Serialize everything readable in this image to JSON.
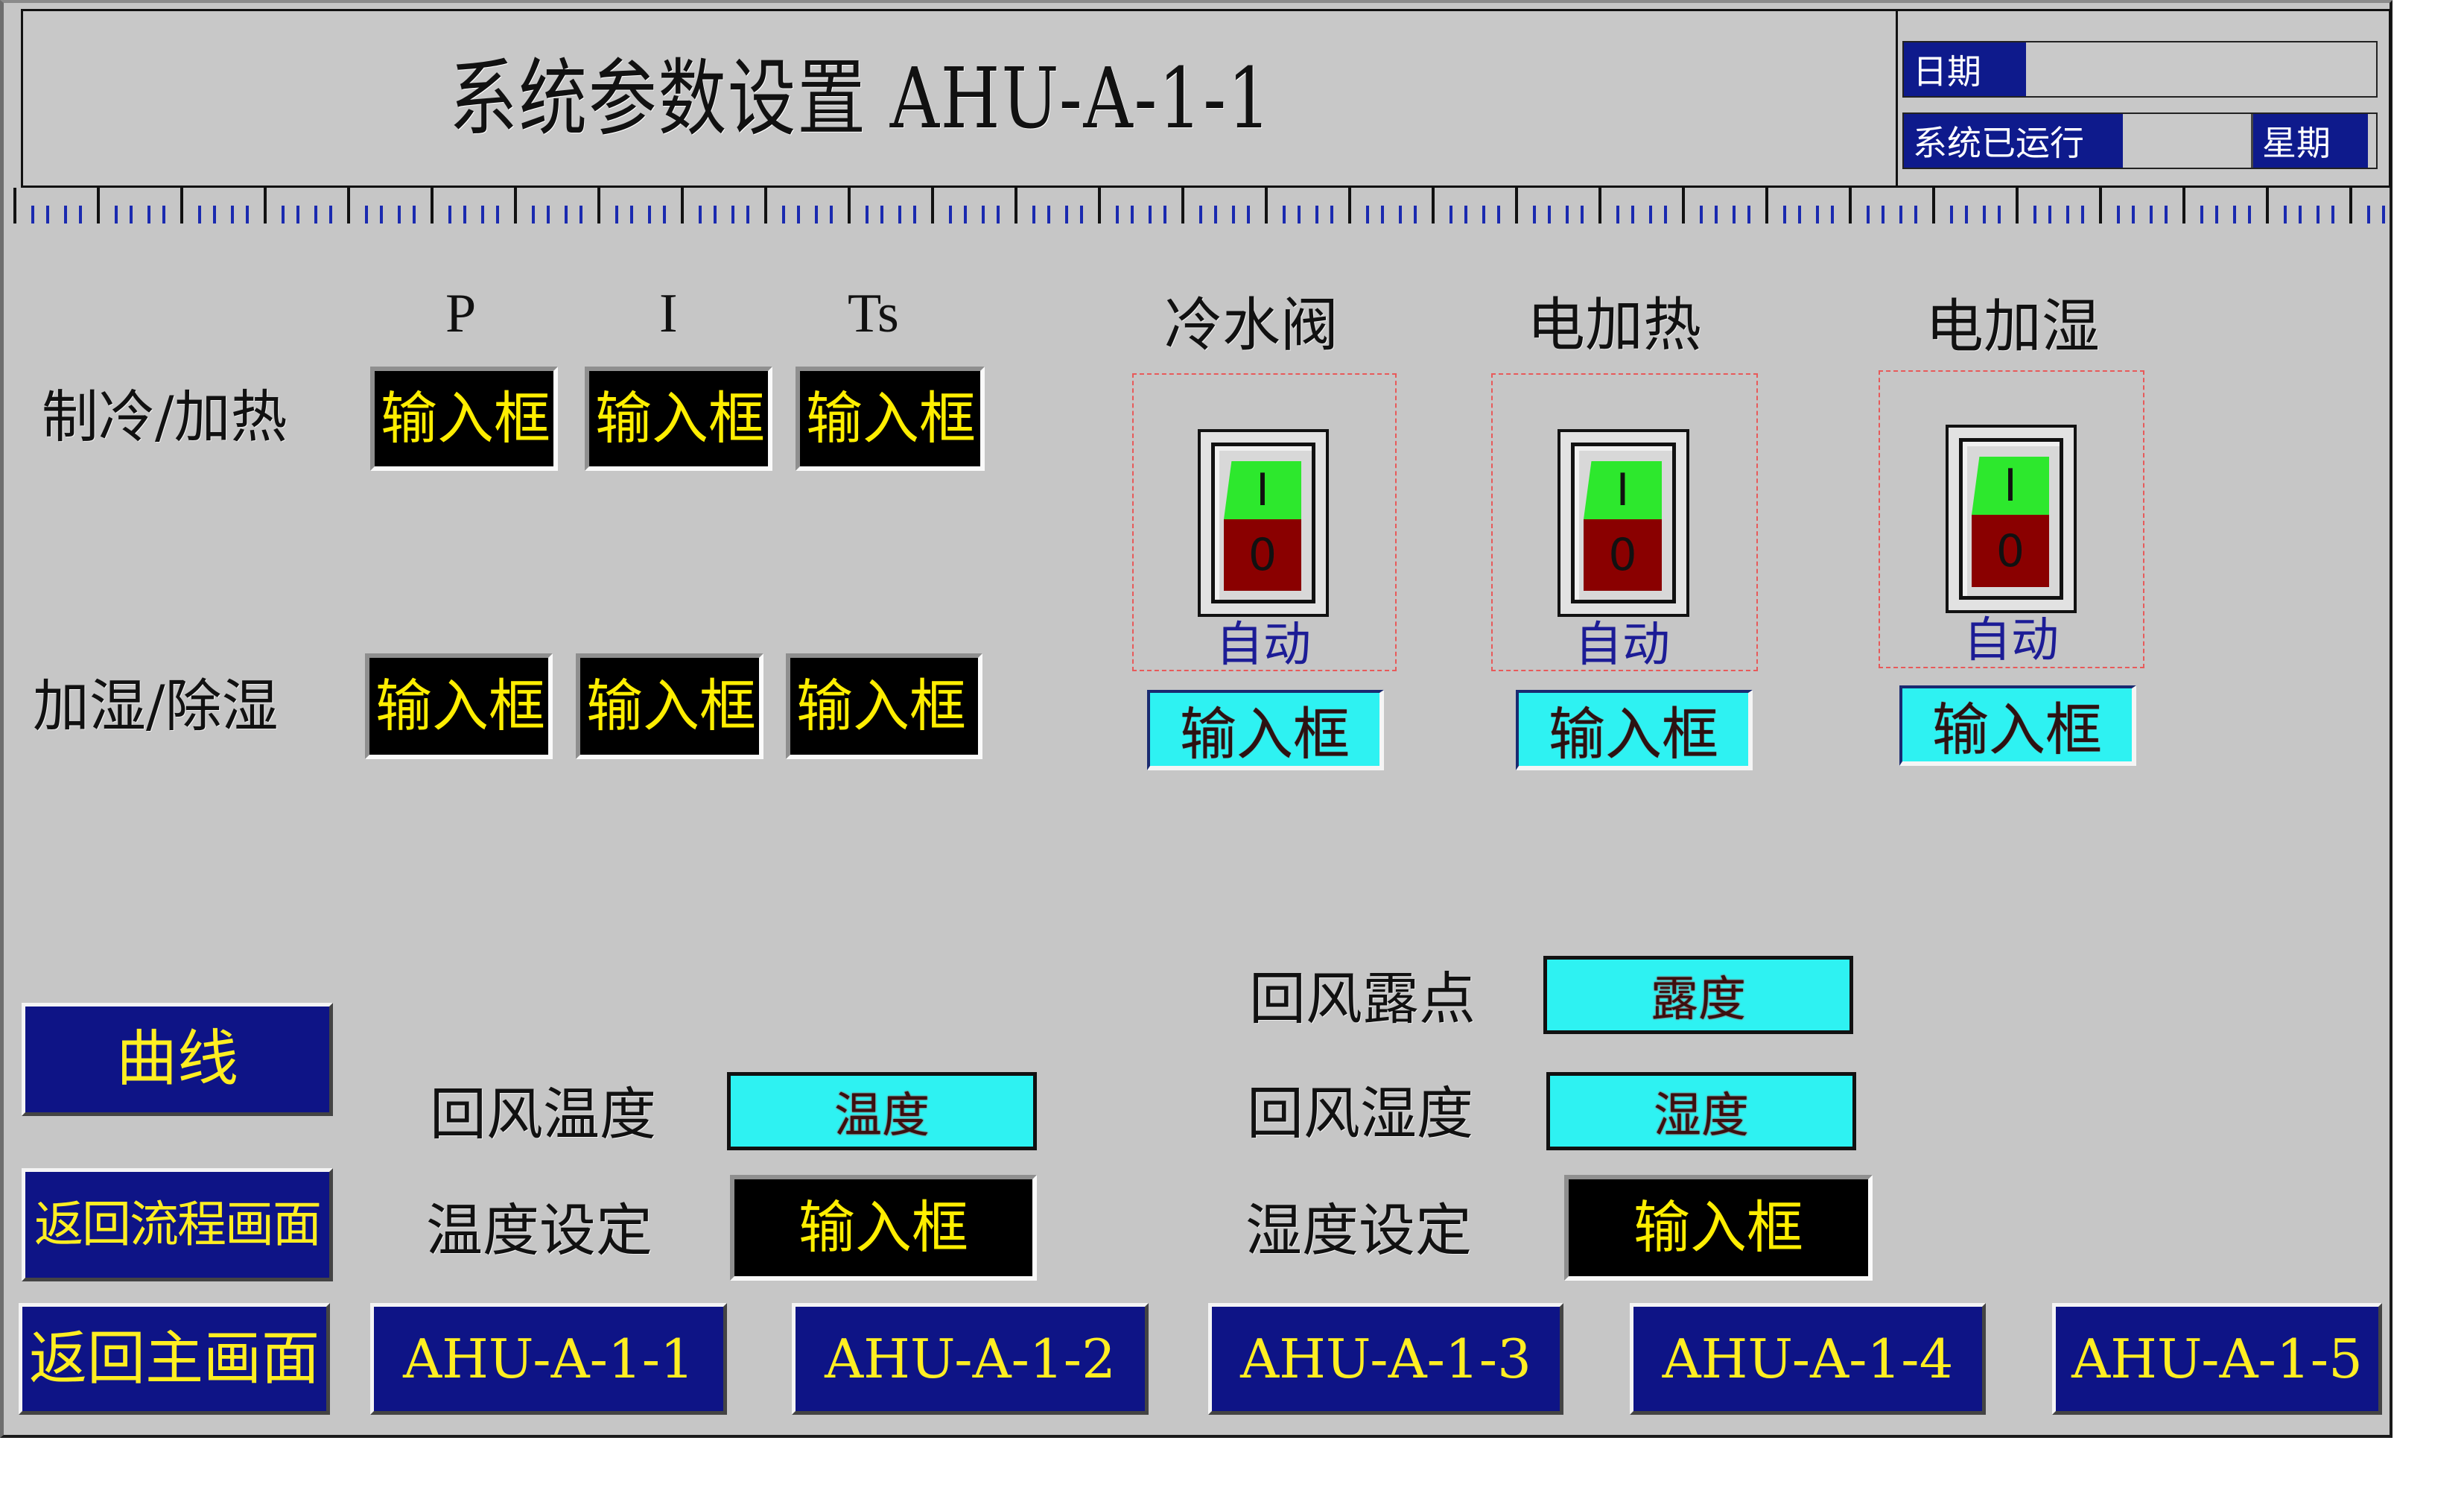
{
  "header": {
    "title": "系统参数设置 AHU-A-1-1",
    "date_label": "日期",
    "date_value": "",
    "runtime_label": "系统已运行",
    "runtime_value": "",
    "weekday_label": "星期",
    "weekday_value": ""
  },
  "pid": {
    "columns": [
      "P",
      "I",
      "Ts"
    ],
    "rows": [
      {
        "label": "制冷/加热",
        "values": [
          "输入框",
          "输入框",
          "输入框"
        ]
      },
      {
        "label": "加湿/除湿",
        "values": [
          "输入框",
          "输入框",
          "输入框"
        ]
      }
    ]
  },
  "devices": [
    {
      "name": "冷水阀",
      "switch_on_glyph": "I",
      "switch_off_glyph": "0",
      "mode": "自动",
      "input": "输入框"
    },
    {
      "name": "电加热",
      "switch_on_glyph": "I",
      "switch_off_glyph": "0",
      "mode": "自动",
      "input": "输入框"
    },
    {
      "name": "电加湿",
      "switch_on_glyph": "I",
      "switch_off_glyph": "0",
      "mode": "自动",
      "input": "输入框"
    }
  ],
  "readings": {
    "return_temp_label": "回风温度",
    "return_temp_value": "温度",
    "temp_setpoint_label": "温度设定",
    "temp_setpoint_value": "输入框",
    "return_dewpoint_label": "回风露点",
    "return_dewpoint_value": "露度",
    "return_humidity_label": "回风湿度",
    "return_humidity_value": "湿度",
    "humidity_setpoint_label": "湿度设定",
    "humidity_setpoint_value": "输入框"
  },
  "nav": {
    "curve": "曲线",
    "back_process": "返回流程画面",
    "back_main": "返回主画面",
    "units": [
      "AHU-A-1-1",
      "AHU-A-1-2",
      "AHU-A-1-3",
      "AHU-A-1-4",
      "AHU-A-1-5"
    ]
  },
  "colors": {
    "panel_bg": "#c6c6c6",
    "button_blue": "#0e1486",
    "button_text": "#ffee22",
    "input_black": "#000000",
    "input_text": "#ffee00",
    "cyan": "#2ef2f2",
    "switch_on": "#2de82d",
    "switch_off": "#8a0000",
    "auto_text": "#1c1c96"
  }
}
